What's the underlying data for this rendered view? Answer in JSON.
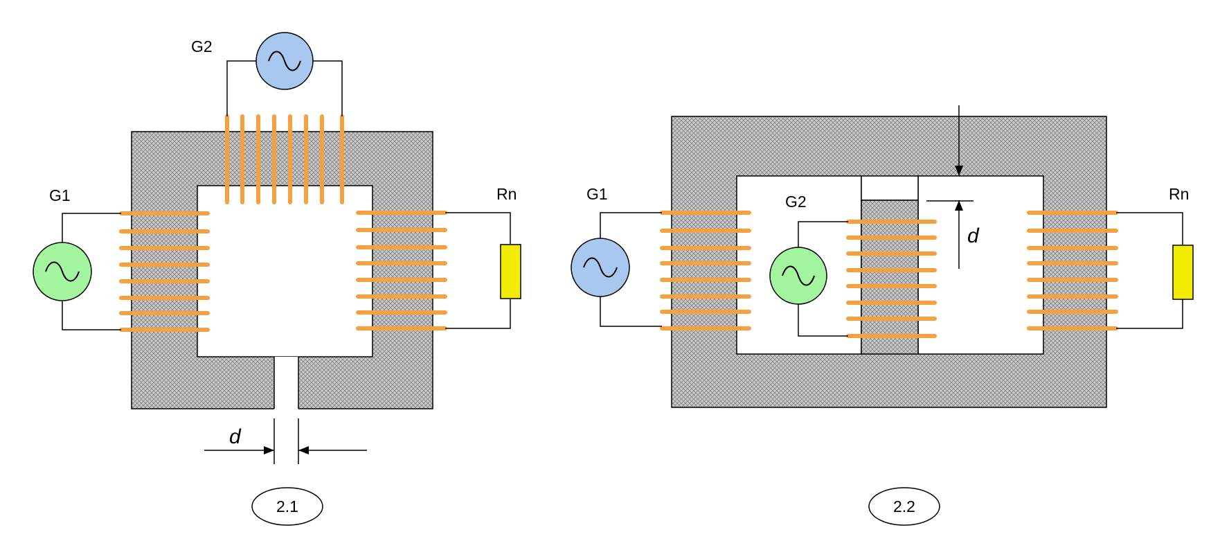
{
  "colors": {
    "core": "#c8c8c8",
    "coil": "#f7a03f",
    "generator_blue": "#a9c8ef",
    "generator_green": "#a3f5a0",
    "resistor": "#f2ec00"
  },
  "figure1": {
    "g1_label": "G1",
    "g2_label": "G2",
    "rn_label": "Rn",
    "gap_label": "d",
    "caption": "2.1"
  },
  "figure2": {
    "g1_label": "G1",
    "g2_label": "G2",
    "rn_label": "Rn",
    "gap_label": "d",
    "caption": "2.2"
  },
  "icons": {
    "generator": "generator-icon",
    "resistor": "resistor-icon"
  }
}
